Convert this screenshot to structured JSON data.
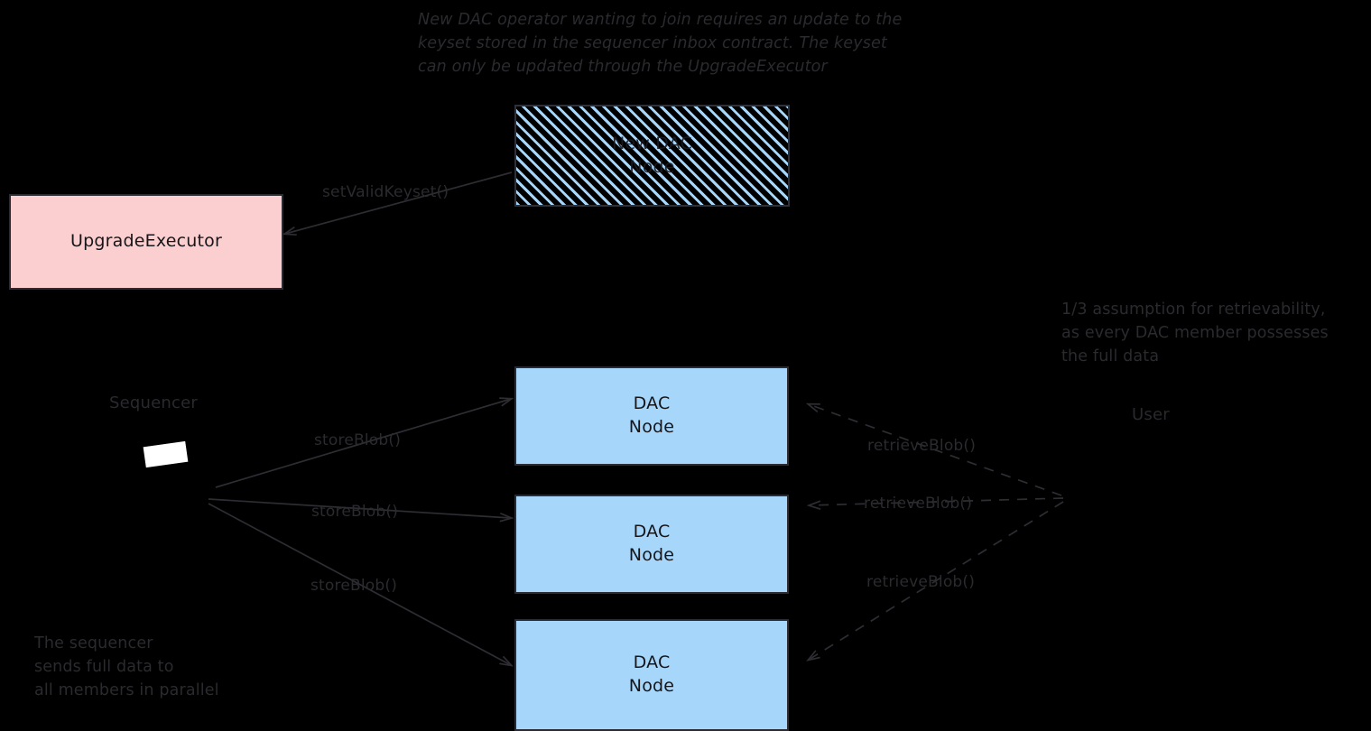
{
  "diagram": {
    "background_color": "#000000",
    "title_note": "New DAC operator wanting to join requires an update to the\nkeyset stored in the sequencer inbox contract. The keyset\ncan only be updated through the UpgradeExecutor",
    "notes": {
      "retrievability": "1/3 assumption for retrievability,\nas every DAC member possesses\nthe full data",
      "sequencer_parallel": "The sequencer\nsends full data to\nall members in parallel"
    },
    "labels": {
      "sequencer": "Sequencer",
      "user": "User"
    },
    "nodes": [
      {
        "id": "upgrade-executor",
        "label": "UpgradeExecutor",
        "fill": "#fbcfcf",
        "stroke": "#2b2b33"
      },
      {
        "id": "new-dac-node",
        "label": "New DAC\nNode",
        "fill": "hatched",
        "hatch_color": "#a7d6fb",
        "stroke": "#30303a"
      },
      {
        "id": "dac-node-1",
        "label": "DAC\nNode",
        "fill": "#a7d6fb",
        "stroke": "#2b2b33"
      },
      {
        "id": "dac-node-2",
        "label": "DAC\nNode",
        "fill": "#a7d6fb",
        "stroke": "#2b2b33"
      },
      {
        "id": "dac-node-3",
        "label": "DAC\nNode",
        "fill": "#a7d6fb",
        "stroke": "#2b2b33"
      }
    ],
    "edges": [
      {
        "id": "set-valid-keyset",
        "label": "setValidKeyset()",
        "from": "new-dac-node",
        "to": "upgrade-executor",
        "style": "solid"
      },
      {
        "id": "store-blob-1",
        "label": "storeBlob()",
        "from": "sequencer",
        "to": "dac-node-1",
        "style": "solid"
      },
      {
        "id": "store-blob-2",
        "label": "storeBlob()",
        "from": "sequencer",
        "to": "dac-node-2",
        "style": "solid"
      },
      {
        "id": "store-blob-3",
        "label": "storeBlob()",
        "from": "sequencer",
        "to": "dac-node-3",
        "style": "solid"
      },
      {
        "id": "retrieve-blob-1",
        "label": "retrieveBlob()",
        "from": "user",
        "to": "dac-node-1",
        "style": "dashed"
      },
      {
        "id": "retrieve-blob-2",
        "label": "retrieveBlob()",
        "from": "user",
        "to": "dac-node-2",
        "style": "dashed"
      },
      {
        "id": "retrieve-blob-3",
        "label": "retrieveBlob()",
        "from": "user",
        "to": "dac-node-3",
        "style": "dashed"
      }
    ]
  }
}
